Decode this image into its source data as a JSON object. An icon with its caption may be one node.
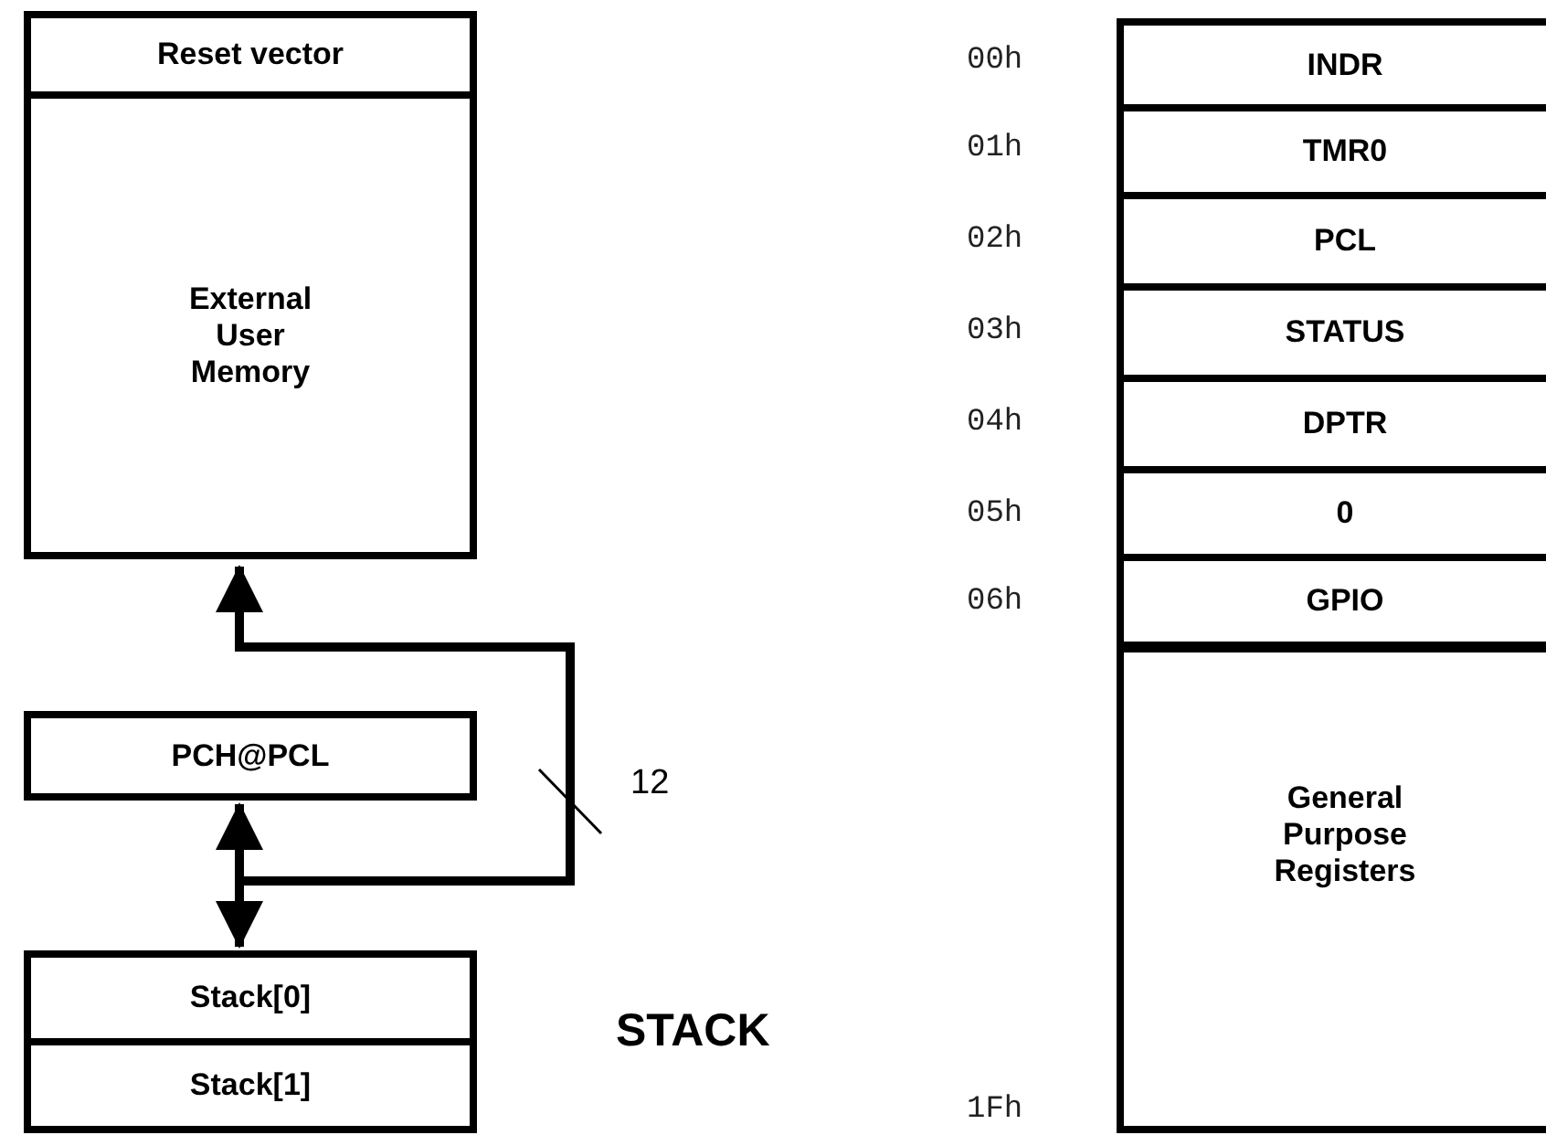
{
  "diagram": {
    "nodes": [
      {
        "text": [
          "Reset vector"
        ]
      },
      {
        "text": [
          "External User Memory"
        ]
      },
      {
        "text": [
          "PCH@PCL"
        ]
      },
      {
        "text": [
          "Stack[0]"
        ]
      },
      {
        "text": [
          "Stack[1]"
        ]
      },
      {
        "text": [
          "INDR"
        ],
        "beside": [
          "00h"
        ]
      },
      {
        "text": [
          "TMR0"
        ],
        "beside": [
          "01h"
        ]
      },
      {
        "text": [
          "PCL"
        ],
        "beside": [
          "02h"
        ]
      },
      {
        "text": [
          "STATUS"
        ],
        "beside": [
          "03h"
        ]
      },
      {
        "text": [
          "DPTR"
        ],
        "beside": [
          "04h"
        ]
      },
      {
        "text": [
          "0"
        ],
        "beside": [
          "05h"
        ]
      },
      {
        "text": [
          "GPIO"
        ],
        "beside": [
          "06h"
        ]
      },
      {
        "text": [
          "General Purpose Registers"
        ],
        "beside": [
          "1Fh"
        ]
      }
    ],
    "edges": [
      {
        "from": 2,
        "to": 3,
        "arrow": "both"
      },
      {
        "from": 2,
        "to": 1,
        "arrow": "to",
        "label": "12"
      }
    ],
    "labels": [
      "STACK"
    ]
  }
}
